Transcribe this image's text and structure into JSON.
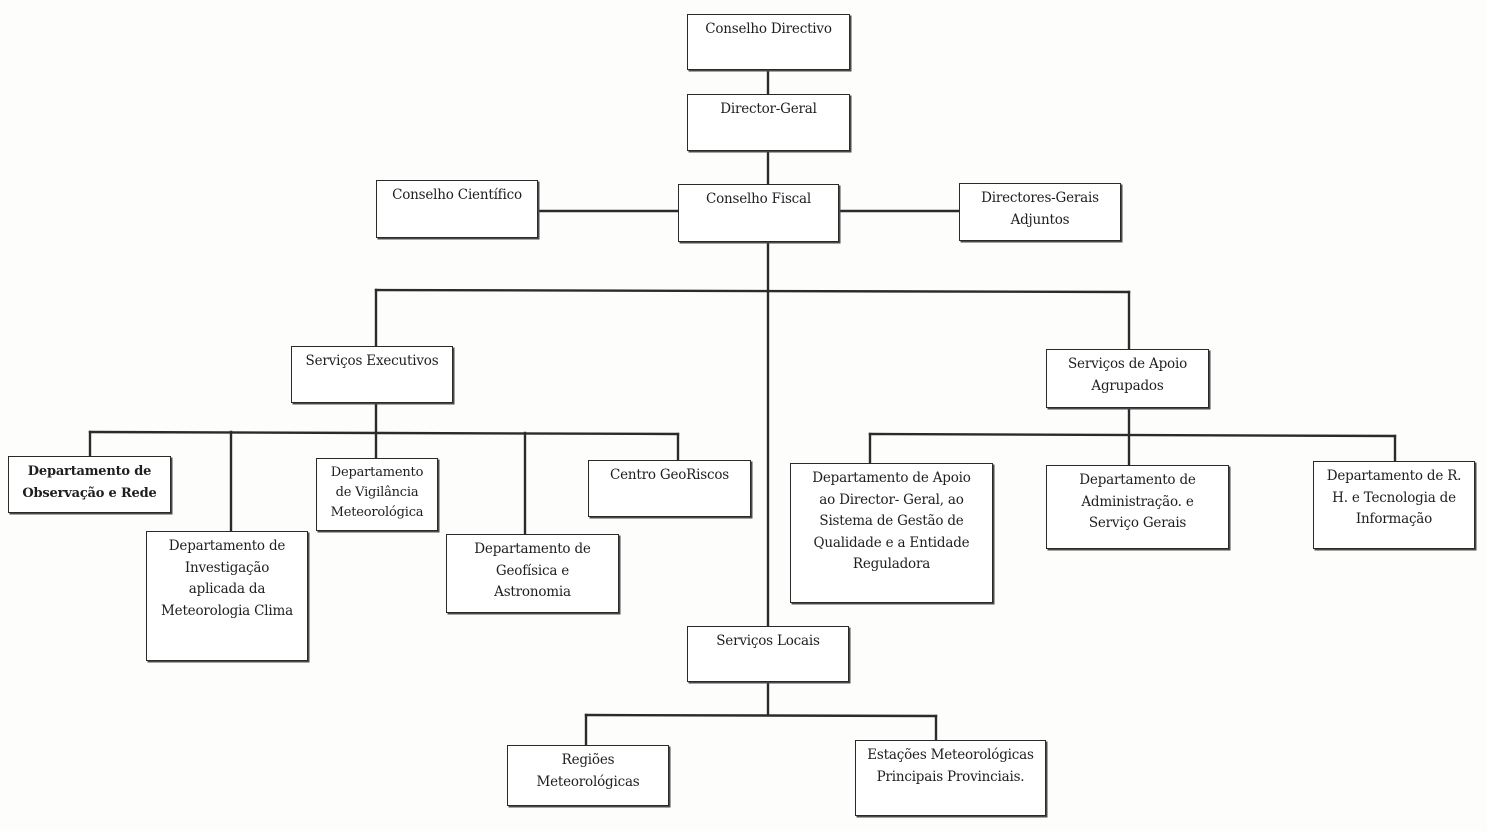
{
  "org_chart": {
    "conselho_directivo": "Conselho Directivo",
    "director_geral": "Director-Geral",
    "conselho_cientifico": "Conselho Científico",
    "conselho_fiscal": "Conselho Fiscal",
    "directores_gerais_adjuntos": "Directores-Gerais\nAdjuntos",
    "servicos_executivos": "Serviços Executivos",
    "servicos_apoio_agrupados": "Serviços de Apoio\nAgrupados",
    "dept_observacao_rede": "Departamento de\nObservação e Rede",
    "dept_investigacao": "Departamento de\nInvestigação\naplicada da\nMeteorologia Clima",
    "dept_vigilancia": "Departamento\nde Vigilância\nMeteorológica",
    "dept_geofisica": "Departamento de\nGeofísica e\nAstronomia",
    "centro_georiscos": "Centro GeoRiscos",
    "dept_apoio_director": "Departamento de Apoio\nao Director- Geral, ao\nSistema de Gestão de\nQualidade e a Entidade\nReguladora",
    "dept_administracao": "Departamento de\nAdministração. e\nServiço Gerais",
    "dept_rh_ti": "Departamento de R.\nH. e Tecnologia de\nInformação",
    "servicos_locais": "Serviços Locais",
    "regioes_meteorologicas": "Regiões\nMeteorológicas",
    "estacoes_meteorologicas": "Estações Meteorológicas\nPrincipais Provinciais."
  },
  "colors": {
    "line": "#2b2b2b",
    "box_border": "#2a2a2a",
    "background": "#fdfdfc"
  }
}
